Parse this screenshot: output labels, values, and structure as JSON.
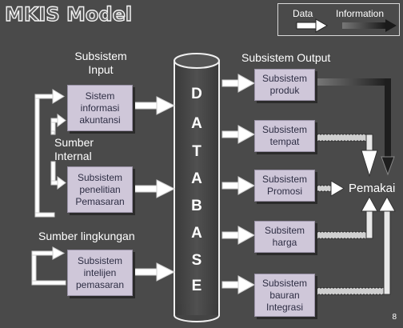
{
  "title": "MKIS Model",
  "legend": {
    "data_label": "Data",
    "information_label": "Information"
  },
  "input": {
    "heading_line1": "Subsistem",
    "heading_line2": "Input",
    "sumber_internal_line1": "Sumber",
    "sumber_internal_line2": "Internal",
    "sumber_lingkungan": "Sumber lingkungan",
    "boxes": [
      {
        "line1": "Sistem",
        "line2": "informasi",
        "line3": "akuntansi"
      },
      {
        "line1": "Subsistem",
        "line2": "penelitian",
        "line3": "Pemasaran"
      },
      {
        "line1": "Subsistem",
        "line2": "intelijen",
        "line3": "pemasaran"
      }
    ]
  },
  "database": {
    "letters": [
      "D",
      "A",
      "T",
      "A",
      "B",
      "A",
      "S",
      "E"
    ]
  },
  "output": {
    "heading": "Subsistem Output",
    "boxes": [
      {
        "line1": "Subsistem",
        "line2": "produk",
        "line3": ""
      },
      {
        "line1": "Subsistem",
        "line2": "tempat",
        "line3": ""
      },
      {
        "line1": "Subsistem",
        "line2": "Promosi",
        "line3": ""
      },
      {
        "line1": "Subsitem",
        "line2": "harga",
        "line3": ""
      },
      {
        "line1": "Subsistem",
        "line2": "bauran",
        "line3": "Integrasi"
      }
    ]
  },
  "user_label": "Pemakai",
  "page_number": "8"
}
